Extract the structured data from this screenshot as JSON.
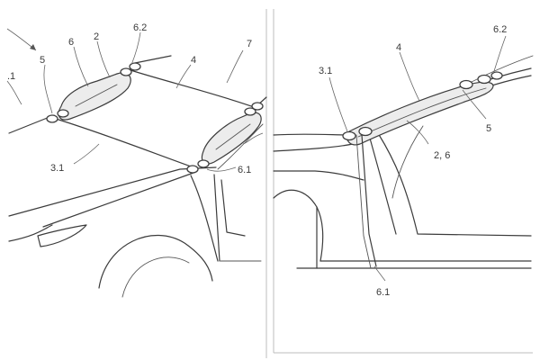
{
  "left_panel": {
    "labels": {
      "ref_1": ".1",
      "ref_5": "5",
      "ref_6": "6",
      "ref_2": "2",
      "ref_6_2": "6.2",
      "ref_7": "7",
      "ref_4": "4",
      "ref_3_1": "3.1",
      "ref_6_1": "6.1"
    }
  },
  "right_panel": {
    "labels": {
      "ref_3_1": "3.1",
      "ref_4": "4",
      "ref_6_2": "6.2",
      "ref_5": "5",
      "ref_2_6": "2, 6",
      "ref_6_1": "6.1"
    }
  },
  "colors": {
    "line": "#3c3c3c",
    "airbag_fill": "#ececec",
    "background": "#ffffff"
  }
}
